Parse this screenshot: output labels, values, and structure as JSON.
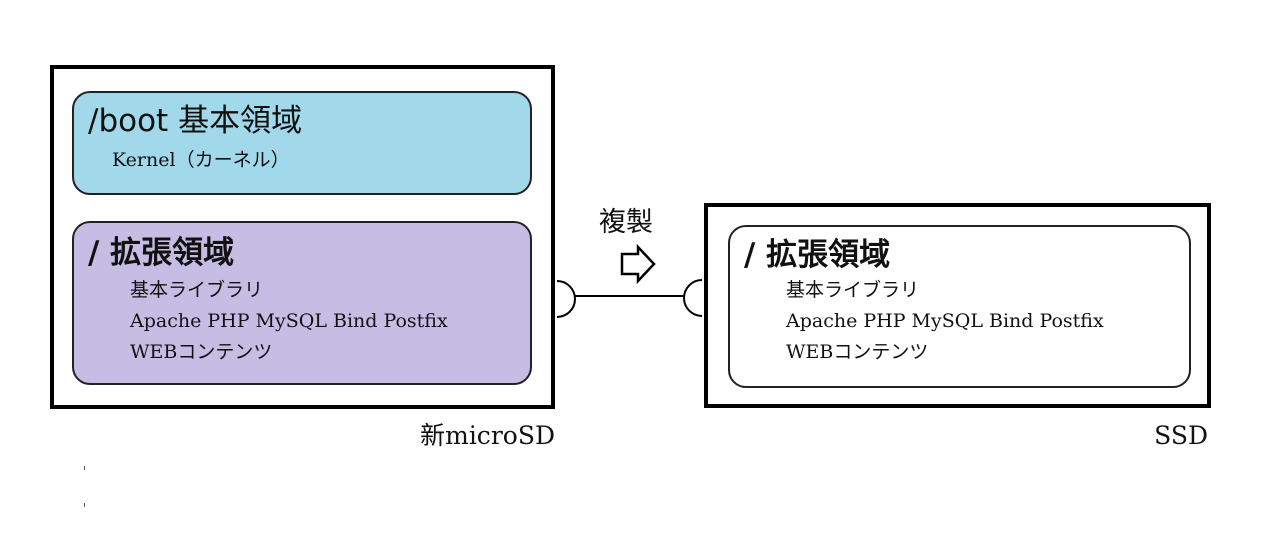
{
  "microsd": {
    "label": "新microSD",
    "boot_partition": {
      "title": "/boot 基本領域",
      "items": [
        "Kernel（カーネル）"
      ],
      "color": "#a1d9ea"
    },
    "ext_partition": {
      "title": "/ 拡張領域",
      "items": [
        "基本ライブラリ",
        "Apache PHP MySQL Bind Postfix",
        "WEBコンテンツ"
      ],
      "color": "#c6bde5"
    }
  },
  "copy_action": {
    "label": "複製",
    "icon": "right-arrow-outline-icon"
  },
  "ssd": {
    "label": "SSD",
    "partition": {
      "title": "/ 拡張領域",
      "items": [
        "基本ライブラリ",
        "Apache PHP MySQL Bind Postfix",
        "WEBコンテンツ"
      ],
      "color": "#ffffff"
    }
  }
}
